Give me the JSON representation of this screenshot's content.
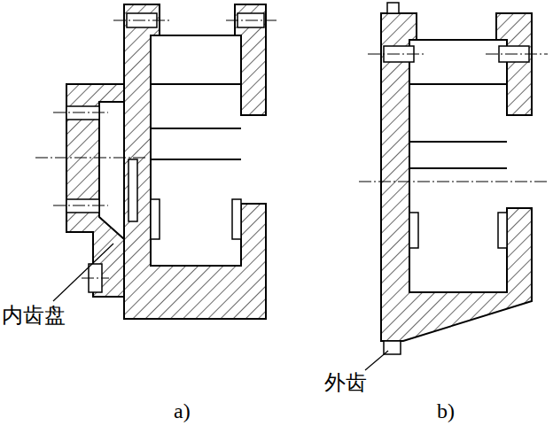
{
  "diagram": {
    "labels": [
      "内齿盘",
      "外齿",
      "a)",
      "b)"
    ]
  }
}
